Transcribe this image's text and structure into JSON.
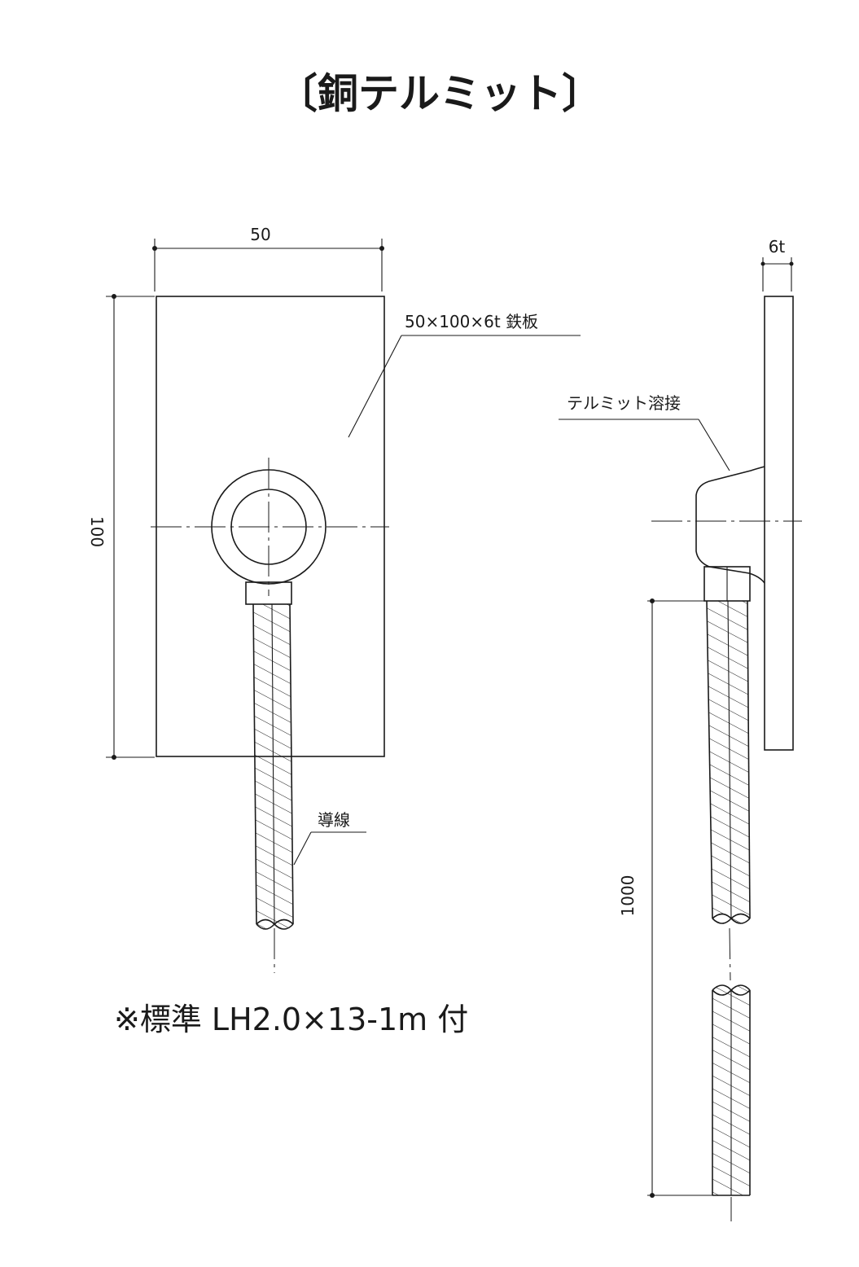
{
  "title": "〔銅テルミット〕",
  "front_view": {
    "dim_width": "50",
    "dim_height": "100",
    "plate_label": "50×100×6t 鉄板",
    "conductor_label": "導線"
  },
  "side_view": {
    "dim_thickness": "6t",
    "weld_label": "テルミット溶接",
    "dim_length": "1000"
  },
  "note": "※標準 LH2.0×13-1m 付"
}
